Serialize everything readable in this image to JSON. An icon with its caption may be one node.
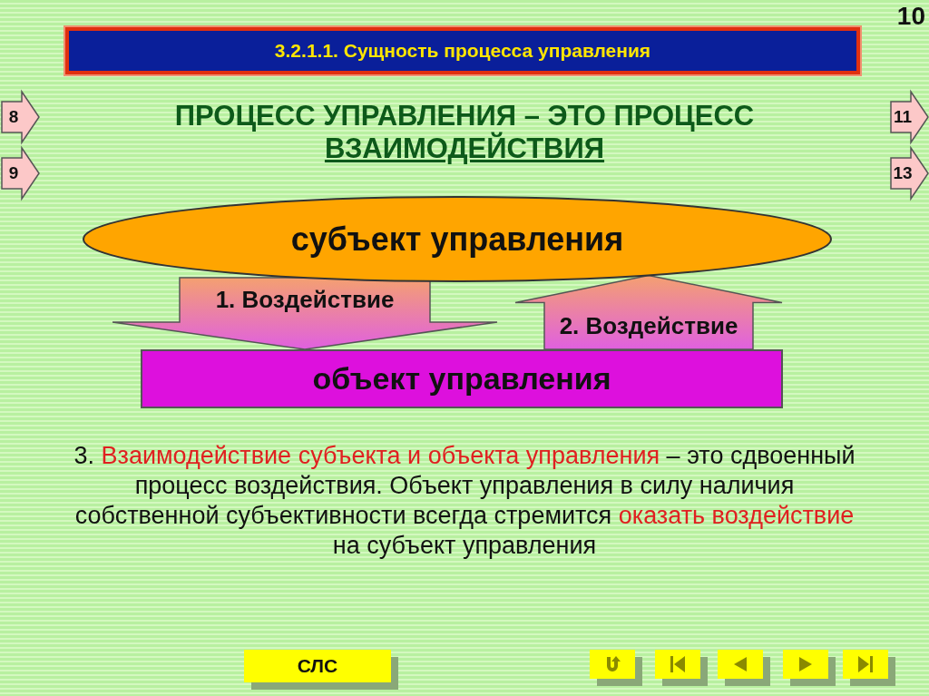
{
  "diagram": {
    "title": "3.2.1.1. Сущность процесса управления",
    "nodes": [
      {
        "text": [
          "субъект управления"
        ]
      },
      {
        "text": [
          "объект управления"
        ]
      },
      {
        "text": [
          "8"
        ]
      },
      {
        "text": [
          "11"
        ]
      },
      {
        "text": [
          "9"
        ]
      },
      {
        "text": [
          "13"
        ]
      }
    ],
    "edges": [
      {
        "from": 0,
        "to": 1,
        "arrow": "to",
        "label": "1. Воздействие",
        "style": "thick"
      },
      {
        "from": 1,
        "to": 0,
        "arrow": "to",
        "label": "2. Воздействие",
        "style": "thick"
      }
    ],
    "labels": [
      "10",
      "ПРОЦЕСС УПРАВЛЕНИЯ – ЭТО ПРОЦЕСС",
      "ВЗАИМОДЕЙСТВИЯ",
      "3. *Взаимодействие субъекта и объекта управления* – это сдвоенный процесс воздействия. Объект управления в силу наличия собственной субъективности всегда стремится *оказать воздействие* на субъект управления",
      "СЛС"
    ]
  }
}
